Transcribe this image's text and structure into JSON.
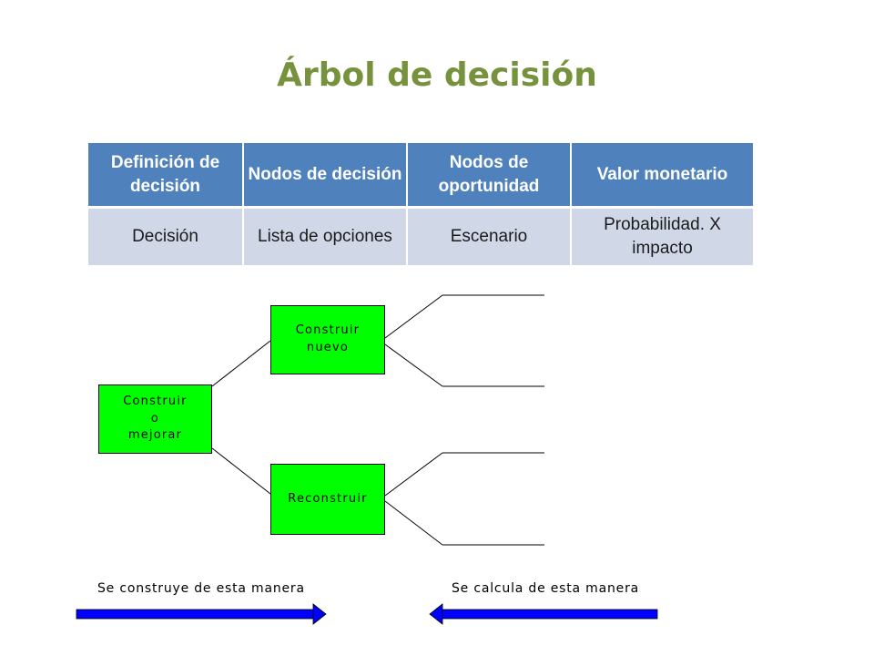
{
  "title": "Árbol de decisión",
  "table": {
    "headers": [
      "Definición de decisión",
      "Nodos de decisión",
      "Nodos de oportunidad",
      "Valor monetario"
    ],
    "rows": [
      [
        "Decisión",
        "Lista de opciones",
        "Escenario",
        "Probabilidad. X impacto"
      ]
    ]
  },
  "tree": {
    "root": "Construir\no\nmejorar",
    "branch_top": "Construir\nnuevo",
    "branch_bottom": "Reconstruir"
  },
  "captions": {
    "left": "Se construye de esta manera",
    "right": "Se calcula de esta manera"
  },
  "colors": {
    "title": "#76923c",
    "header_bg": "#4f81bd",
    "row_bg": "#d0d8e8",
    "node_fill": "#00ff00",
    "arrow": "#0000ff"
  }
}
